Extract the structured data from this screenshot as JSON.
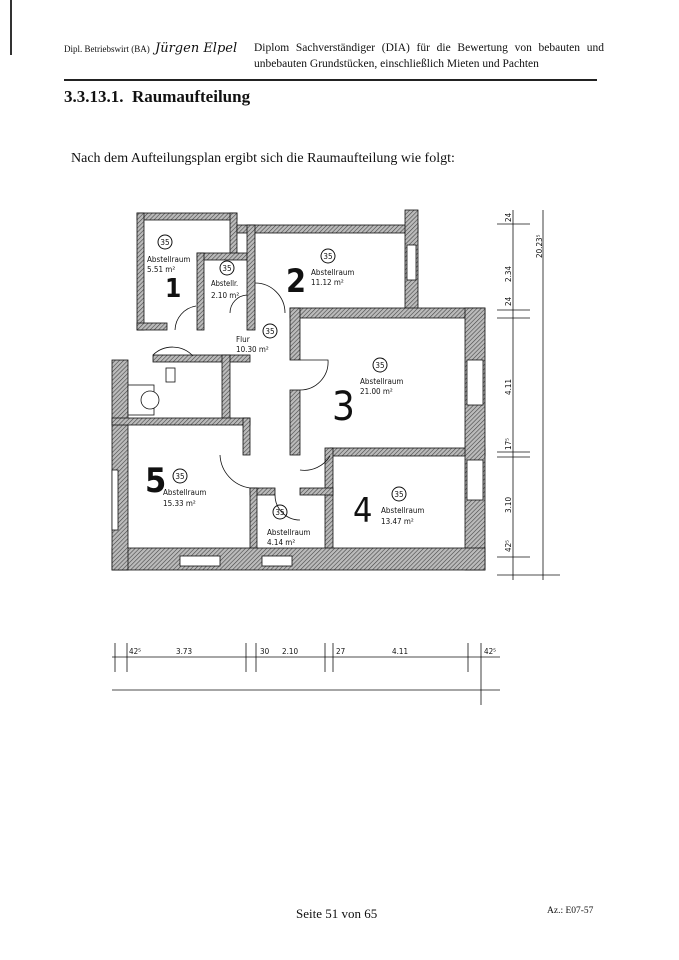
{
  "header": {
    "author_title": "Dipl. Betriebswirt (BA)",
    "signature_name": "Jürgen Elpel",
    "description_line1": "Diplom Sachverständiger (DIA) für die Bewertung von bebauten und",
    "description_line2": "unbebauten Grundstücken, einschließlich Mieten und Pachten"
  },
  "section": {
    "heading": "3.3.13.1.  Raumaufteilung",
    "intro": "Nach dem Aufteilungsplan ergibt sich die Raumaufteilung wie folgt:"
  },
  "floor_plan": {
    "rooms": [
      {
        "number": "1",
        "tag": "35",
        "name": "Abstellraum",
        "area": "5.51 m²"
      },
      {
        "number": "",
        "tag": "35",
        "name": "Abstellr.",
        "area": "2.10 m²"
      },
      {
        "number": "2",
        "tag": "35",
        "name": "Abstellraum",
        "area": "11.12 m²"
      },
      {
        "number": "",
        "tag": "35",
        "name": "Flur",
        "area": "10.30 m²"
      },
      {
        "number": "3",
        "tag": "35",
        "name": "Abstellraum",
        "area": "21.00 m²"
      },
      {
        "number": "5",
        "tag": "35",
        "name": "Abstellraum",
        "area": "15.33 m²"
      },
      {
        "number": "",
        "tag": "35",
        "name": "Abstellraum",
        "area": "4.14 m²"
      },
      {
        "number": "4",
        "tag": "35",
        "name": "Abstellraum",
        "area": "13.47 m²"
      }
    ],
    "dims_right": [
      "24",
      "2.34",
      "24",
      "4.11",
      "17⁵",
      "3.10",
      "42⁵"
    ],
    "dim_total": "20.23⁵",
    "dims_bottom": [
      "42⁵",
      "3.73",
      "30",
      "2.10",
      "27",
      "4.11",
      "42⁵"
    ]
  },
  "footer": {
    "page": "Seite 51 von 65",
    "reference": "Az.: E07-57"
  }
}
